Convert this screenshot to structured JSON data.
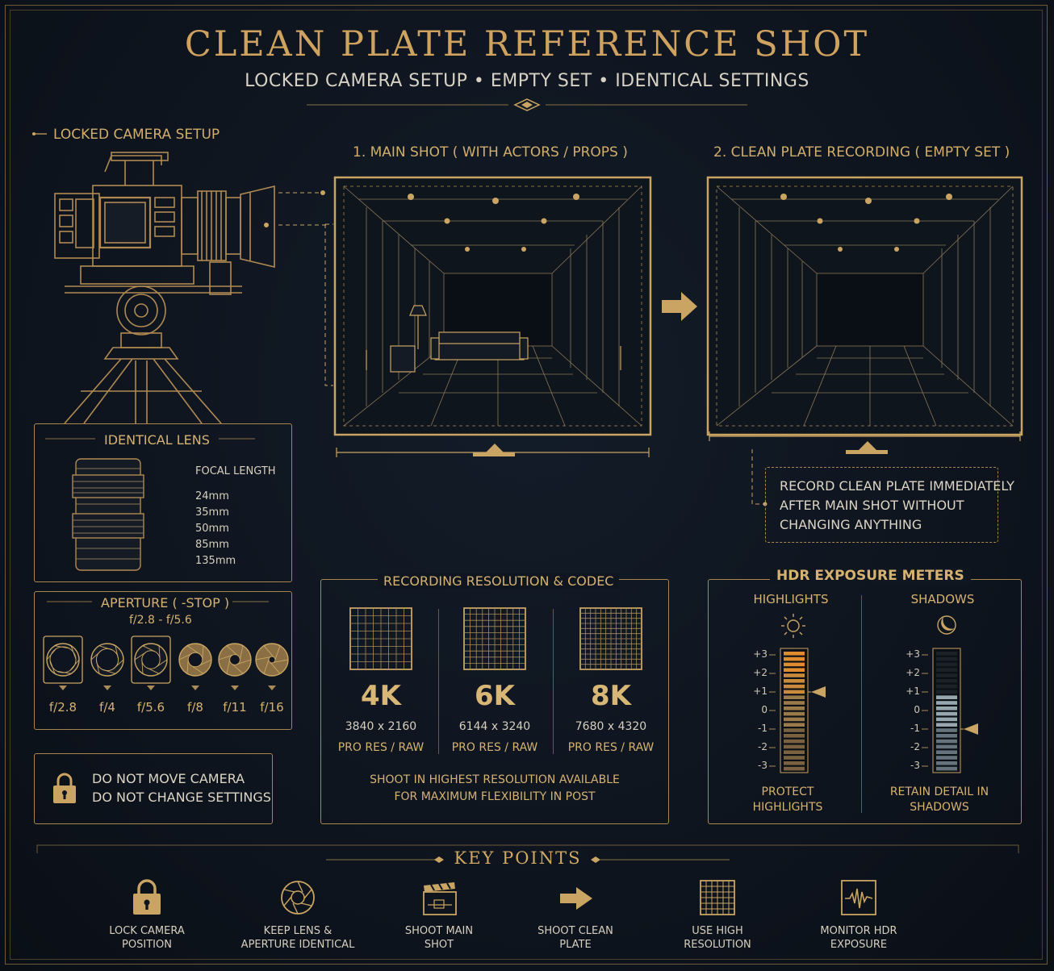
{
  "header": {
    "title": "CLEAN PLATE REFERENCE SHOT",
    "subtitle": "LOCKED CAMERA SETUP • EMPTY SET • IDENTICAL SETTINGS"
  },
  "camera": {
    "label": "LOCKED CAMERA SETUP"
  },
  "shots": {
    "main_title": "1. MAIN SHOT ( WITH ACTORS / PROPS )",
    "clean_title": "2. CLEAN PLATE RECORDING ( EMPTY SET )",
    "note_lines": [
      "RECORD CLEAN PLATE IMMEDIATELY",
      "AFTER MAIN SHOT WITHOUT",
      "CHANGING ANYTHING"
    ]
  },
  "lens": {
    "title": "IDENTICAL LENS",
    "focal_label": "FOCAL LENGTH",
    "focal_lengths": [
      "24mm",
      "35mm",
      "50mm",
      "85mm",
      "135mm"
    ]
  },
  "aperture": {
    "title": "APERTURE ( -STOP )",
    "range": "f/2.8 - f/5.6",
    "stops": [
      "f/2.8",
      "f/4",
      "f/5.6",
      "f/8",
      "f/11",
      "f/16"
    ]
  },
  "warning": {
    "line1": "DO NOT MOVE CAMERA",
    "line2": "DO NOT CHANGE SETTINGS"
  },
  "recording": {
    "title": "RECORDING RESOLUTION & CODEC",
    "options": [
      {
        "label": "4K",
        "dims": "3840 x 2160",
        "codec": "PRO RES / RAW"
      },
      {
        "label": "6K",
        "dims": "6144 x 3240",
        "codec": "PRO RES / RAW"
      },
      {
        "label": "8K",
        "dims": "7680 x 4320",
        "codec": "PRO RES / RAW"
      }
    ],
    "note_line1": "SHOOT IN HIGHEST RESOLUTION AVAILABLE",
    "note_line2": "FOR MAXIMUM FLEXIBILITY IN POST"
  },
  "hdr": {
    "title": "HDR EXPOSURE METERS",
    "scale": [
      "+3",
      "+2",
      "+1",
      "0",
      "-1",
      "-2",
      "-3"
    ],
    "highlights": {
      "label": "HIGHLIGHTS",
      "marker": 1,
      "note_line1": "PROTECT",
      "note_line2": "HIGHLIGHTS"
    },
    "shadows": {
      "label": "SHADOWS",
      "marker": -1,
      "note_line1": "RETAIN DETAIL IN",
      "note_line2": "SHADOWS"
    }
  },
  "key_points": {
    "title": "KEY POINTS",
    "items": [
      {
        "icon": "lock-icon",
        "line1": "LOCK CAMERA",
        "line2": "POSITION"
      },
      {
        "icon": "aperture-icon",
        "line1": "KEEP LENS &",
        "line2": "APERTURE IDENTICAL"
      },
      {
        "icon": "clapperboard-icon",
        "line1": "SHOOT MAIN",
        "line2": "SHOT"
      },
      {
        "icon": "arrow-right-icon",
        "line1": "SHOOT CLEAN",
        "line2": "PLATE"
      },
      {
        "icon": "grid-icon",
        "line1": "USE HIGH",
        "line2": "RESOLUTION"
      },
      {
        "icon": "waveform-icon",
        "line1": "MONITOR HDR",
        "line2": "EXPOSURE"
      }
    ]
  },
  "colors": {
    "gold": "#c9a463",
    "background": "#0e1520",
    "orange": "#d98a2e",
    "steel": "#8a9aa8"
  }
}
